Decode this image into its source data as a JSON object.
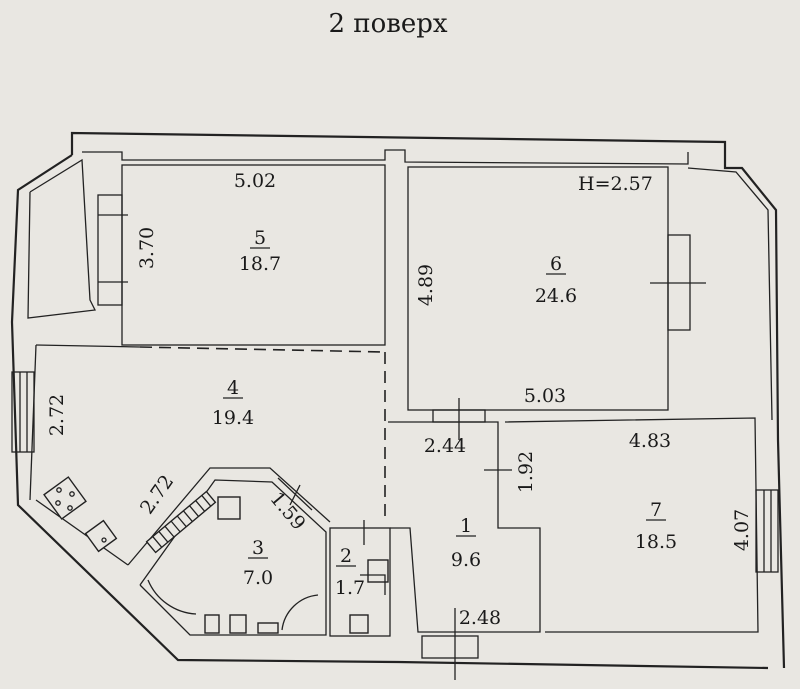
{
  "title": "2 поверх",
  "ceiling": "H=2.57",
  "rooms": [
    {
      "id": "1",
      "area": "9.6"
    },
    {
      "id": "2",
      "area": "1.7"
    },
    {
      "id": "3",
      "area": "7.0"
    },
    {
      "id": "4",
      "area": "19.4"
    },
    {
      "id": "5",
      "area": "18.7"
    },
    {
      "id": "6",
      "area": "24.6"
    },
    {
      "id": "7",
      "area": "18.5"
    }
  ],
  "dimensions": {
    "room5_width": "5.02",
    "room5_depth": "3.70",
    "room6_depth": "4.89",
    "room6_width": "5.03",
    "room4_depth": "2.72",
    "kitchen_diag": "2.72",
    "bath_diag": "1.59",
    "hall_width": "2.44",
    "hall_step": "1.92",
    "hall_bottom": "2.48",
    "room7_width": "4.83",
    "room7_depth": "4.07"
  }
}
